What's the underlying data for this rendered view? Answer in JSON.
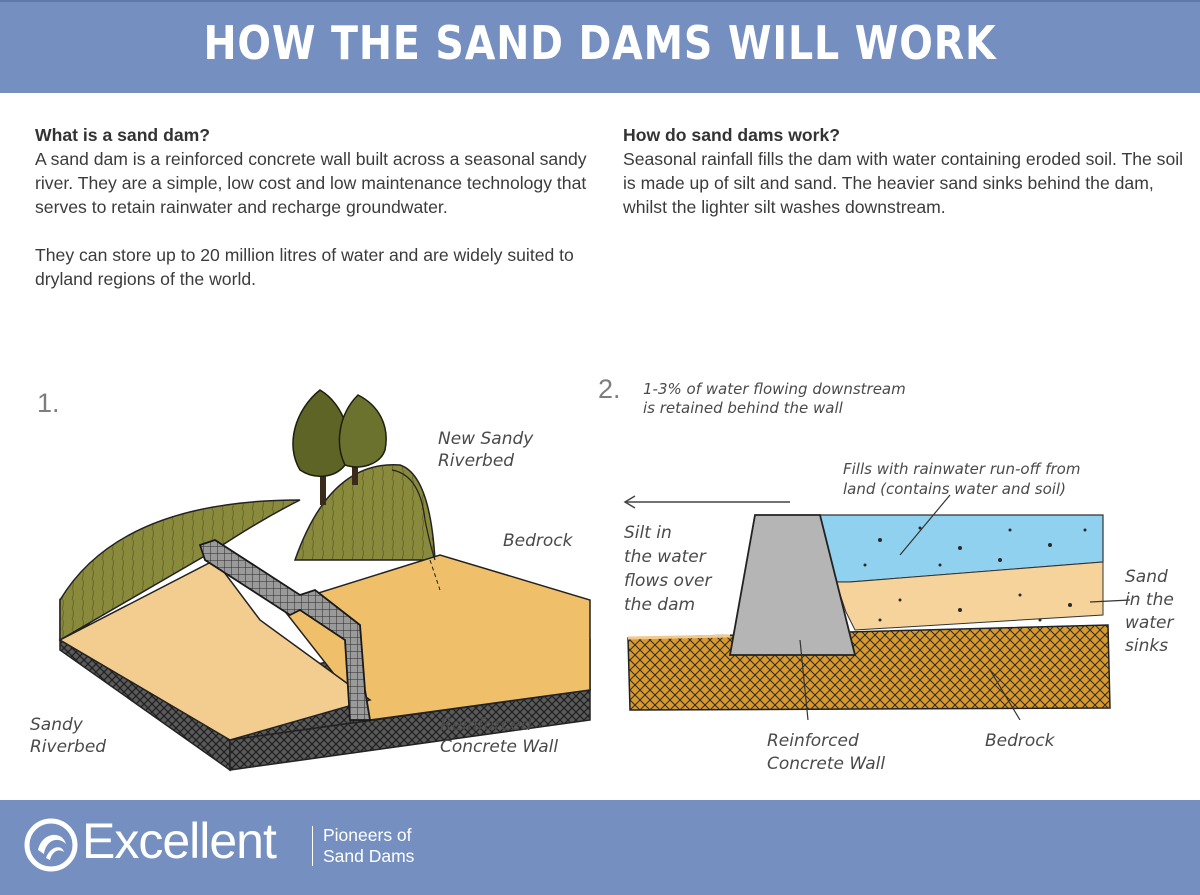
{
  "header": {
    "title": "HOW THE SAND DAMS WILL WORK"
  },
  "intro": {
    "left_heading": "What is a sand dam?",
    "left_body": "A sand dam is a reinforced concrete wall built across a seasonal sandy river. They are a simple, low cost and low maintenance technology that serves to retain rainwater and recharge groundwater.",
    "left_body2": "They can store up to 20 million litres of water and are widely suited to dryland regions of the world.",
    "right_heading": "How do sand dams work?",
    "right_body": "Seasonal rainfall fills the dam with water containing eroded soil. The soil is made up of silt and sand. The heavier sand sinks behind the dam, whilst the lighter silt washes downstream."
  },
  "diagram1": {
    "number": "1.",
    "labels": {
      "new_riverbed_1": "New Sandy",
      "new_riverbed_2": "Riverbed",
      "bedrock": "Bedrock",
      "sandy_riverbed_1": "Sandy",
      "sandy_riverbed_2": "Riverbed",
      "wall_1": "Reinforced",
      "wall_2": "Concrete Wall"
    }
  },
  "diagram2": {
    "number": "2.",
    "labels": {
      "retained_1": "1-3% of water flowing downstream",
      "retained_2": "is retained behind the wall",
      "fills_1": "Fills with rainwater run-off from",
      "fills_2": "land (contains water and soil)",
      "silt_1": "Silt in",
      "silt_2": "the water",
      "silt_3": "flows over",
      "silt_4": "the dam",
      "sand_1": "Sand",
      "sand_2": "in the",
      "sand_3": "water",
      "sand_4": "sinks",
      "wall_1": "Reinforced",
      "wall_2": "Concrete Wall",
      "bedrock": "Bedrock"
    }
  },
  "footer": {
    "logo_word": "Excellent",
    "tagline_1": "Pioneers of",
    "tagline_2": "Sand Dams"
  },
  "colors": {
    "band": "#7590c0",
    "sand": "#f2c98c",
    "grass": "#8a8a3c",
    "water": "#8fd1ee",
    "concrete": "#b5b5b5",
    "bedrock": "#d99a2b"
  }
}
